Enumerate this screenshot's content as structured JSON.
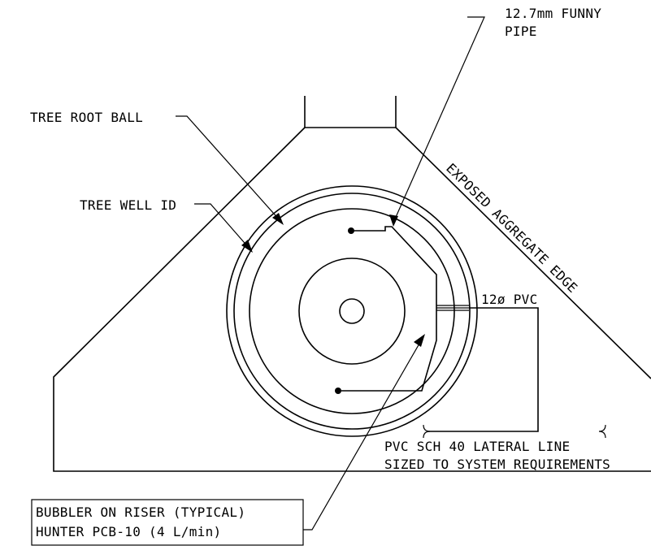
{
  "drawing": {
    "labels": {
      "funny_pipe_line1": "12.7mm FUNNY",
      "funny_pipe_line2": "PIPE",
      "tree_root_ball": "TREE ROOT BALL",
      "tree_well_id": "TREE WELL ID",
      "exposed_aggregate_edge": "EXPOSED AGGREGATE EDGE",
      "pvc_size": "12ø PVC",
      "lateral_line1": "PVC SCH 40 LATERAL LINE",
      "lateral_line2": "SIZED TO SYSTEM REQUIREMENTS",
      "bubbler_line1": "BUBBLER ON RISER (TYPICAL)",
      "bubbler_line2": "HUNTER PCB-10 (4 L/min)"
    }
  }
}
